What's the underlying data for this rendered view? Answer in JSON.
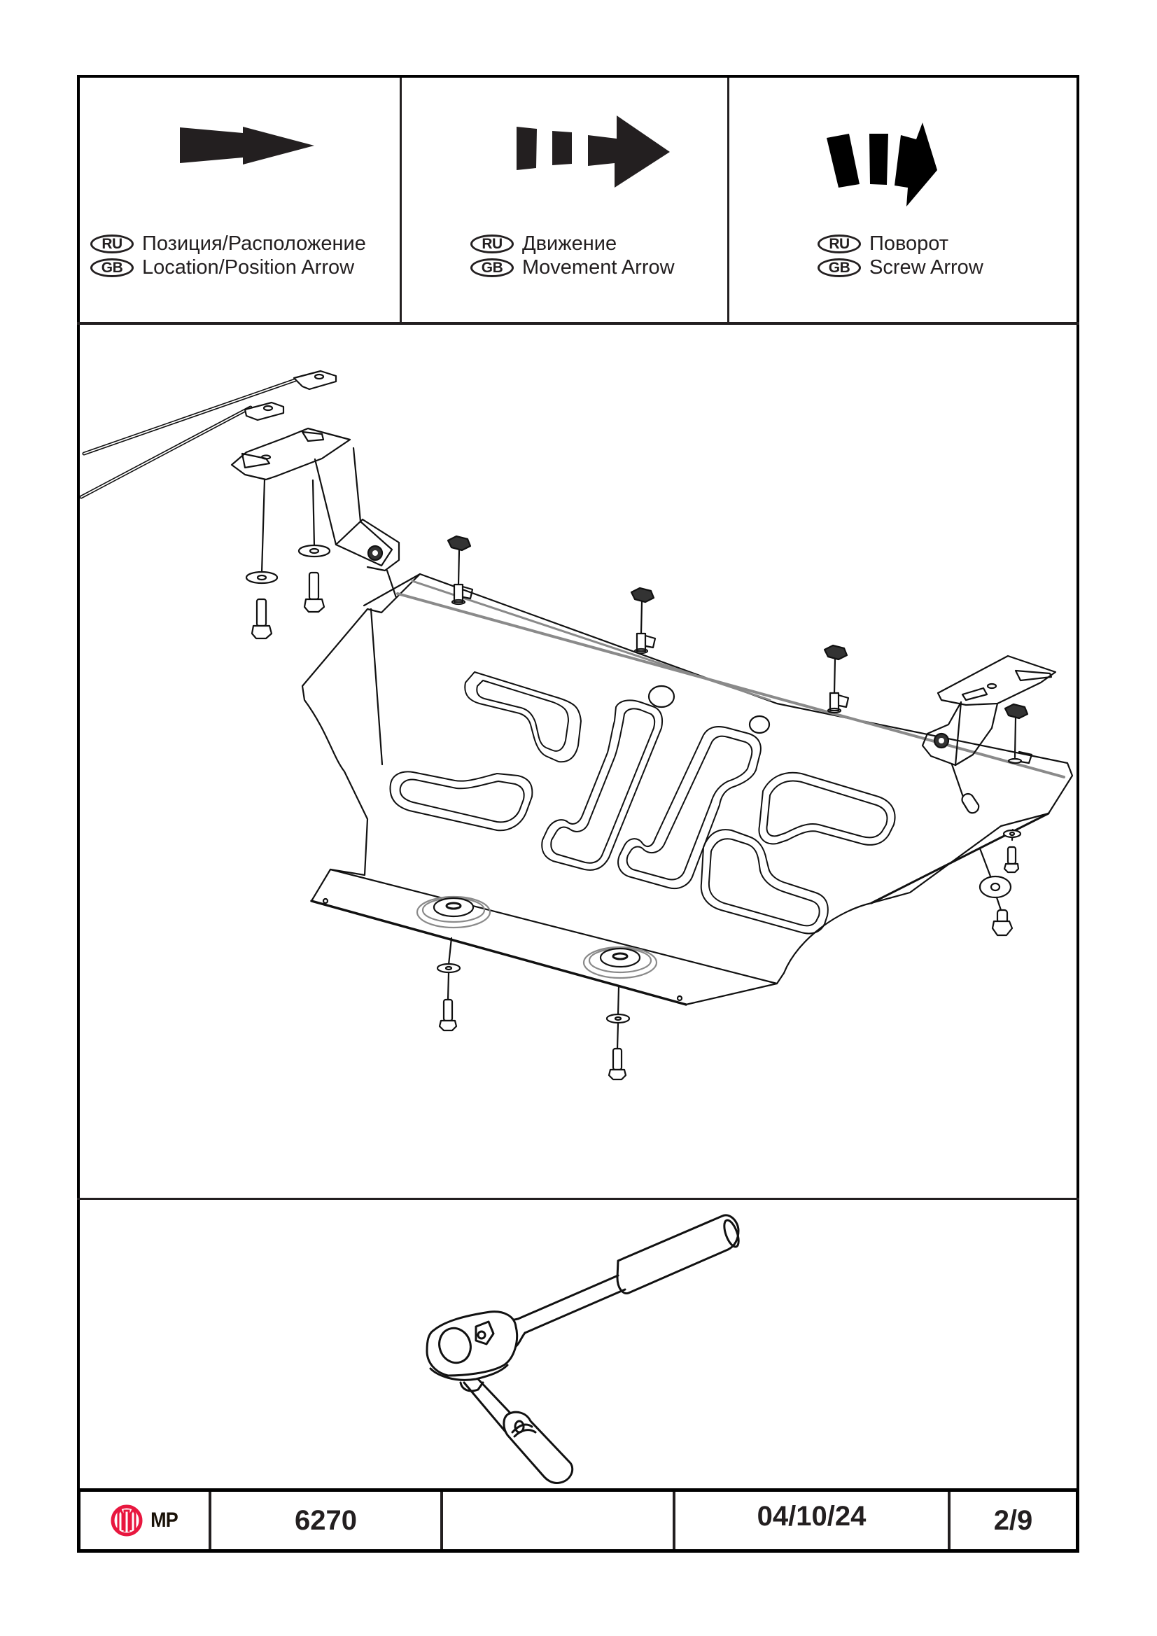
{
  "legend": [
    {
      "icon": "location-arrow-icon",
      "ru_badge": "RU",
      "ru_label": "Позиция/Расположение",
      "gb_badge": "GB",
      "gb_label": "Location/Position Arrow"
    },
    {
      "icon": "movement-arrow-icon",
      "ru_badge": "RU",
      "ru_label": "Движение",
      "gb_badge": "GB",
      "gb_label": "Movement Arrow"
    },
    {
      "icon": "screw-arrow-icon",
      "ru_badge": "RU",
      "ru_label": "Поворот",
      "gb_badge": "GB",
      "gb_label": "Screw Arrow"
    }
  ],
  "diagram": {
    "subject": "skid-plate-exploded-assembly",
    "components": [
      "mounting-bracket-left",
      "mounting-bracket-right",
      "fish-wire-guides",
      "clip-nuts",
      "washers",
      "bolts",
      "skid-plate"
    ]
  },
  "tool": {
    "icon": "ratchet-wrench-icon"
  },
  "footer": {
    "logo_text": "MP",
    "logo_color": "#e8173f",
    "part_number": "6270",
    "blank_cell": "",
    "date": "04/10/24",
    "page": "2/9"
  }
}
